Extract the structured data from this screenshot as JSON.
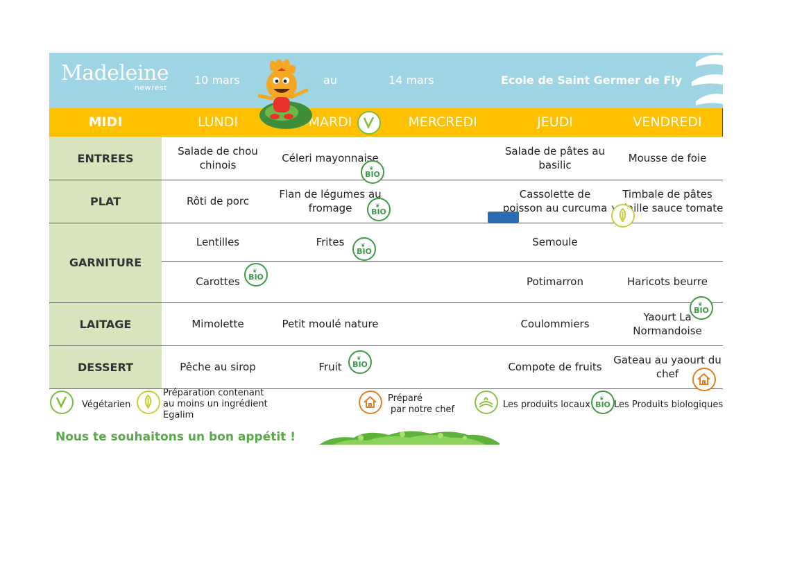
{
  "header": {
    "logo_brand": "Madeleine",
    "logo_sub": "newrest",
    "date_from": "10 mars",
    "date_sep": "au",
    "date_to": "14 mars",
    "school": "Ecole de Saint Germer de Fly",
    "colors": {
      "header_bg": "#9fd5e4",
      "daybar_bg": "#ffc000",
      "side_bg": "#d8e5bc"
    }
  },
  "days": {
    "corner": "MIDI",
    "list": [
      "LUNDI",
      "MARDI",
      "MERCREDI",
      "JEUDI",
      "VENDREDI"
    ]
  },
  "rows": {
    "entrees": {
      "label": "ENTREES",
      "lundi": "Salade de chou chinois",
      "mardi": "Céleri mayonnaise",
      "mercredi": "",
      "jeudi": "Salade de pâtes au basilic",
      "vendredi": "Mousse de foie"
    },
    "plat": {
      "label": "PLAT",
      "lundi": "Rôti de porc",
      "mardi": "Flan de légumes au fromage",
      "mercredi": "",
      "jeudi": "Cassolette de poisson au curcuma",
      "vendredi": "Timbale de pâtes volaille sauce tomate"
    },
    "garniture": {
      "label": "GARNITURE",
      "a": {
        "lundi": "Lentilles",
        "mardi": "Frites",
        "mercredi": "",
        "jeudi": "Semoule",
        "vendredi": ""
      },
      "b": {
        "lundi": "Carottes",
        "mardi": "",
        "mercredi": "",
        "jeudi": "Potimarron",
        "vendredi": "Haricots beurre"
      }
    },
    "laitage": {
      "label": "LAITAGE",
      "lundi": "Mimolette",
      "mardi": "Petit moulé nature",
      "mercredi": "",
      "jeudi": "Coulommiers",
      "vendredi": "Yaourt La Normandoise"
    },
    "dessert": {
      "label": "DESSERT",
      "lundi": "Pêche au sirop",
      "mardi": "Fruit",
      "mercredi": "",
      "jeudi": "Compote de fruits",
      "vendredi": "Gateau au yaourt du chef"
    }
  },
  "icons": {
    "bio_text": "BIO"
  },
  "legend": {
    "vegetarian": "Végétarien",
    "egalim_1": "Préparation contenant",
    "egalim_2": "au moins un ingrédient",
    "egalim_3": "Egalim",
    "chef_1": "Préparé",
    "chef_2": "par notre chef",
    "local": "Les produits locaux",
    "bio": "Les Produits biologiques"
  },
  "footer": {
    "message": "Nous te souhaitons un bon appétit !"
  }
}
